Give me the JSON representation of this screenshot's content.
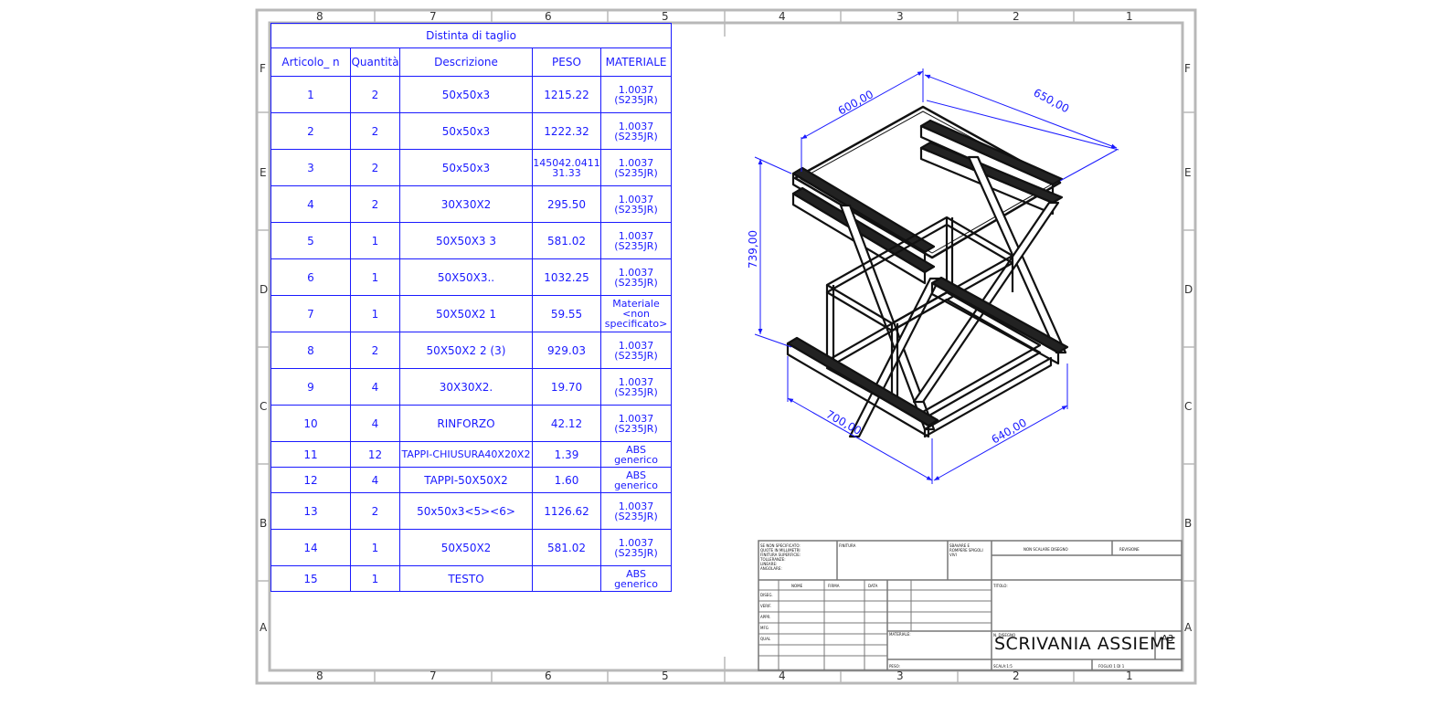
{
  "sheet": {
    "col_numbers_top": [
      "8",
      "7",
      "6",
      "5",
      "4",
      "3",
      "2",
      "1"
    ],
    "col_numbers_bottom": [
      "8",
      "7",
      "6",
      "5",
      "4",
      "3",
      "2",
      "1"
    ],
    "row_letters_left": [
      "F",
      "E",
      "D",
      "C",
      "B",
      "A"
    ],
    "row_letters_right": [
      "F",
      "E",
      "D",
      "C",
      "B",
      "A"
    ]
  },
  "bom": {
    "title": "Distinta di taglio",
    "headers": [
      "Articolo_ n",
      "Quantità",
      "Descrizione",
      "PESO",
      "MATERIALE"
    ],
    "rows": [
      {
        "n": "1",
        "qty": "2",
        "desc": "50x50x3",
        "peso": "1215.22",
        "mat": "1.0037\n(S235JR)"
      },
      {
        "n": "2",
        "qty": "2",
        "desc": "50x50x3",
        "peso": "1222.32",
        "mat": "1.0037\n(S235JR)"
      },
      {
        "n": "3",
        "qty": "2",
        "desc": "50x50x3",
        "peso": "145042.0411\n31.33",
        "mat": "1.0037\n(S235JR)"
      },
      {
        "n": "4",
        "qty": "2",
        "desc": "30X30X2",
        "peso": "295.50",
        "mat": "1.0037\n(S235JR)"
      },
      {
        "n": "5",
        "qty": "1",
        "desc": "50X50X3 3",
        "peso": "581.02",
        "mat": "1.0037\n(S235JR)"
      },
      {
        "n": "6",
        "qty": "1",
        "desc": "50X50X3..",
        "peso": "1032.25",
        "mat": "1.0037\n(S235JR)"
      },
      {
        "n": "7",
        "qty": "1",
        "desc": "50X50X2 1",
        "peso": "59.55",
        "mat": "Materiale\n<non\nspecificato>"
      },
      {
        "n": "8",
        "qty": "2",
        "desc": "50X50X2 2 (3)",
        "peso": "929.03",
        "mat": "1.0037\n(S235JR)"
      },
      {
        "n": "9",
        "qty": "4",
        "desc": "30X30X2.",
        "peso": "19.70",
        "mat": "1.0037\n(S235JR)"
      },
      {
        "n": "10",
        "qty": "4",
        "desc": "RINFORZO",
        "peso": "42.12",
        "mat": "1.0037\n(S235JR)"
      },
      {
        "n": "11",
        "qty": "12",
        "desc": "TAPPI-CHIUSURA40X20X2",
        "peso": "1.39",
        "mat": "ABS\ngenerico"
      },
      {
        "n": "12",
        "qty": "4",
        "desc": "TAPPI-50X50X2",
        "peso": "1.60",
        "mat": "ABS\ngenerico"
      },
      {
        "n": "13",
        "qty": "2",
        "desc": "50x50x3<5><6>",
        "peso": "1126.62",
        "mat": "1.0037\n(S235JR)"
      },
      {
        "n": "14",
        "qty": "1",
        "desc": "50X50X2",
        "peso": "581.02",
        "mat": "1.0037\n(S235JR)"
      },
      {
        "n": "15",
        "qty": "1",
        "desc": "TESTO",
        "peso": "",
        "mat": "ABS\ngenerico"
      }
    ]
  },
  "dimensions": {
    "top_width": "600,00",
    "top_depth": "650,00",
    "height": "739,00",
    "base_width": "700,00",
    "base_depth": "640,00"
  },
  "title_block": {
    "drawing_title": "SCRIVANIA ASSIEME",
    "sheet_size": "A3",
    "header_left": [
      "SE NON SPECIFICATO:",
      "QUOTE IN MILLIMETRI",
      "FINITURA SUPERFICIE:",
      "TOLLERANZE:",
      "LINEARE:",
      "ANGOLARE:"
    ],
    "finitura": "FINITURA",
    "deburr": "SBAVARE E\nROMPERE SPIGOLI\nVIVI",
    "no_scale": "NON SCALARE DISEGNO",
    "revisione": "REVISIONE",
    "col_headers": [
      "NOME",
      "FIRMA",
      "DATA"
    ],
    "row_labels": [
      "DISEG.",
      "VERIF.",
      "APPR.",
      "MFG",
      "QUAL"
    ],
    "titolo": "TITOLO:",
    "materiale": "MATERIALE:",
    "peso": "PESO:",
    "n_disegno": "N. DISEGNO",
    "scala": "SCALA:1:5",
    "foglio": "FOGLIO 1 DI 1"
  }
}
